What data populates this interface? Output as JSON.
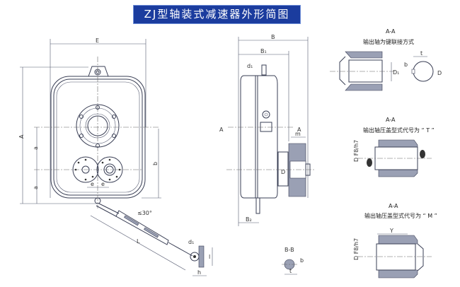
{
  "title": "ZJ型轴装式减速器外形简图",
  "front_view": {
    "E": "E",
    "A": "A",
    "a_upper": "a",
    "a_lower": "a",
    "b": "b",
    "e_left": "e",
    "e_right": "e",
    "angle": "≤30°",
    "L": "L",
    "d1": "d₁",
    "l": "l",
    "h": "h"
  },
  "side_view": {
    "B": "B",
    "B1": "B₁",
    "B2": "B₂",
    "d1": "d₁",
    "A_left": "A",
    "A_right": "A",
    "m": "m",
    "D": "D"
  },
  "section_bb": {
    "title": "B-B",
    "b": "b",
    "t": "t"
  },
  "section_key": {
    "title": "A-A",
    "caption": "输出轴为键联接方式",
    "D1": "D₁",
    "b": "b",
    "t": "t",
    "D": "D"
  },
  "section_t": {
    "title": "A-A",
    "caption": "输出轴压盖型式代号为 “ T ”",
    "fit": "D F8/h7"
  },
  "section_m": {
    "title": "A-A",
    "caption": "输出轴压盖型式代号为 “ M ”",
    "Y": "Y",
    "fit": "D F8/h7"
  }
}
